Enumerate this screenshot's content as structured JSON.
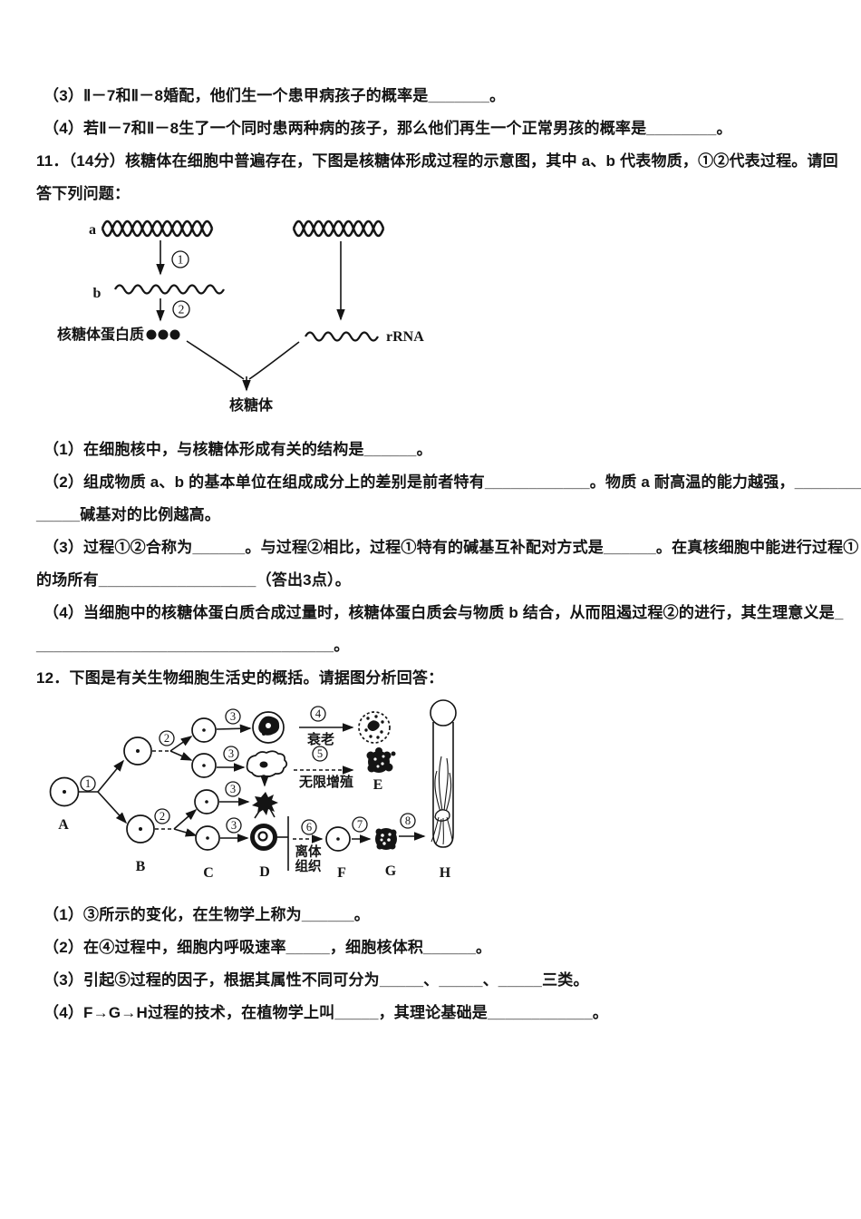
{
  "prev_question": {
    "q3": "（3）Ⅱ－7和Ⅱ－8婚配，他们生一个患甲病孩子的概率是_______。",
    "q4": "（4）若Ⅱ－7和Ⅱ－8生了一个同时患两种病的孩子，那么他们再生一个正常男孩的概率是________。"
  },
  "q11": {
    "heading_line1": "11．（14分）核糖体在细胞中普遍存在，下图是核糖体形成过程的示意图，其中 a、b 代表物质，①②代表过程。请回",
    "heading_line2": "答下列问题：",
    "diagram": {
      "label_a": "a",
      "label_b": "b",
      "step1": "1",
      "step2": "2",
      "ribosomal_protein_label": "核糖体蛋白质",
      "rrna_label": "rRNA",
      "ribosome_label": "核糖体"
    },
    "sub1": "（1）在细胞核中，与核糖体形成有关的结构是______。",
    "sub2_line1": "（2）组成物质 a、b 的基本单位在组成成分上的差别是前者特有____________。物质 a 耐高温的能力越强，____________",
    "sub2_line2": "_____碱基对的比例越高。",
    "sub3_line1": "（3）过程①②合称为______。与过程②相比，过程①特有的碱基互补配对方式是______。在真核细胞中能进行过程①",
    "sub3_line2": "的场所有__________________（答出3点）。",
    "sub4_line1": "（4）当细胞中的核糖体蛋白质合成过量时，核糖体蛋白质会与物质 b 结合，从而阻遏过程②的进行，其生理意义是_",
    "sub4_line2": "__________________________________。"
  },
  "q12": {
    "heading": "12．下图是有关生物细胞生活史的概括。请据图分析回答：",
    "diagram": {
      "steps": [
        "1",
        "2",
        "3",
        "4",
        "5",
        "6",
        "7",
        "8"
      ],
      "aging_label": "衰老",
      "proliferation_label": "无限增殖",
      "isolated_line1": "离体",
      "isolated_line2": "组织",
      "cell_labels": [
        "A",
        "B",
        "C",
        "D",
        "E",
        "F",
        "G",
        "H"
      ]
    },
    "sub1": "（1）③所示的变化，在生物学上称为______。",
    "sub2": "（2）在④过程中，细胞内呼吸速率_____，细胞核体积______。",
    "sub3": "（3）引起⑤过程的因子，根据其属性不同可分为_____、_____、_____三类。",
    "sub4": "（4）F→G→H过程的技术，在植物学上叫_____，其理论基础是____________。"
  }
}
